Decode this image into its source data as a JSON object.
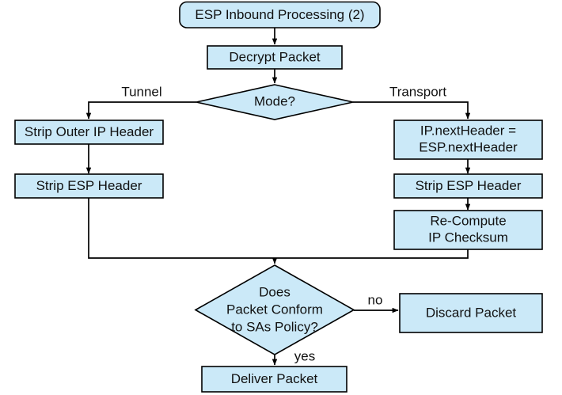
{
  "diagram": {
    "title": "ESP Inbound Processing (2)",
    "theme": {
      "shape_fill": "#cbe9f8",
      "shape_stroke": "#000000",
      "connector_stroke": "#000000",
      "text_color": "#111111",
      "background": "#ffffff"
    },
    "nodes": [
      {
        "id": "start",
        "kind": "terminator",
        "label": "ESP Inbound Processing (2)"
      },
      {
        "id": "decrypt",
        "kind": "process",
        "label": "Decrypt Packet"
      },
      {
        "id": "mode",
        "kind": "decision",
        "label": "Mode?"
      },
      {
        "id": "strip-outer-ip",
        "kind": "process",
        "label": "Strip Outer IP Header"
      },
      {
        "id": "strip-esp-tunnel",
        "kind": "process",
        "label": "Strip ESP Header"
      },
      {
        "id": "nextheader",
        "kind": "process",
        "label_line1": "IP.nextHeader =",
        "label_line2": "ESP.nextHeader"
      },
      {
        "id": "strip-esp-transport",
        "kind": "process",
        "label": "Strip ESP Header"
      },
      {
        "id": "recompute-checksum",
        "kind": "process",
        "label_line1": "Re-Compute",
        "label_line2": "IP Checksum"
      },
      {
        "id": "conform",
        "kind": "decision",
        "label_line1": "Does",
        "label_line2": "Packet Conform",
        "label_line3": "to SAs Policy?"
      },
      {
        "id": "discard",
        "kind": "process",
        "label": "Discard Packet"
      },
      {
        "id": "deliver",
        "kind": "process",
        "label": "Deliver Packet"
      }
    ],
    "edge_labels": {
      "tunnel": "Tunnel",
      "transport": "Transport",
      "no": "no",
      "yes": "yes"
    }
  }
}
